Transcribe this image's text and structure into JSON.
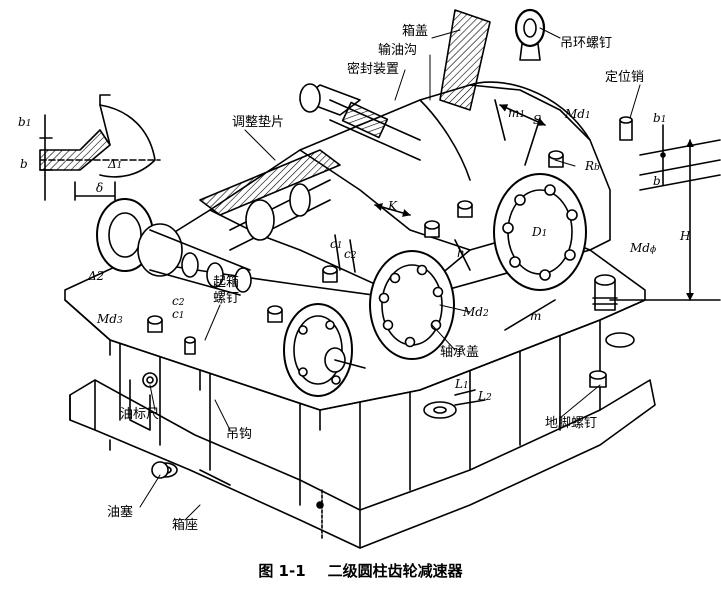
{
  "figure": {
    "caption_number": "图 1-1",
    "caption_title": "二级圆柱齿轮减速器"
  },
  "labels": {
    "box_cover": "箱盖",
    "lifting_eye_bolt": "吊环螺钉",
    "oil_groove": "输油沟",
    "seal_device": "密封装置",
    "locating_pin": "定位销",
    "adjusting_shim": "调整垫片",
    "jack_bolt_line1": "起箱",
    "jack_bolt_line2": "螺钉",
    "bearing_cover": "轴承盖",
    "dipstick": "油标尺",
    "hook": "吊钩",
    "oil_plug": "油塞",
    "box_base": "箱座",
    "anchor_bolt": "地脚螺钉"
  },
  "dimensions": {
    "b1": "b",
    "b1_sub": "1",
    "b": "b",
    "delta1": "Δ",
    "delta1_sub": "1",
    "delta": "δ",
    "delta2": "Δ2",
    "s": "S",
    "m1": "m",
    "m1_sub": "1",
    "md1": "Md",
    "md1_sub": "1",
    "rb": "R",
    "rb_sub": "b",
    "b1_right": "b",
    "b1_right_sub": "1",
    "b_right": "b",
    "h_big": "H",
    "k": "K",
    "c1": "c",
    "c1_sub": "1",
    "c2": "c",
    "c2_sub": "2",
    "h_small": "h",
    "d1": "D",
    "d1_sub": "1",
    "mdphi": "Md",
    "mdphi_sub": "ϕ",
    "c2_left": "c",
    "c2_left_sub": "2",
    "c1_left": "c",
    "c1_left_sub": "1",
    "md3": "Md",
    "md3_sub": "3",
    "md2": "Md",
    "md2_sub": "2",
    "m": "m",
    "l1": "L",
    "l1_sub": "1",
    "l2": "L",
    "l2_sub": "2"
  }
}
